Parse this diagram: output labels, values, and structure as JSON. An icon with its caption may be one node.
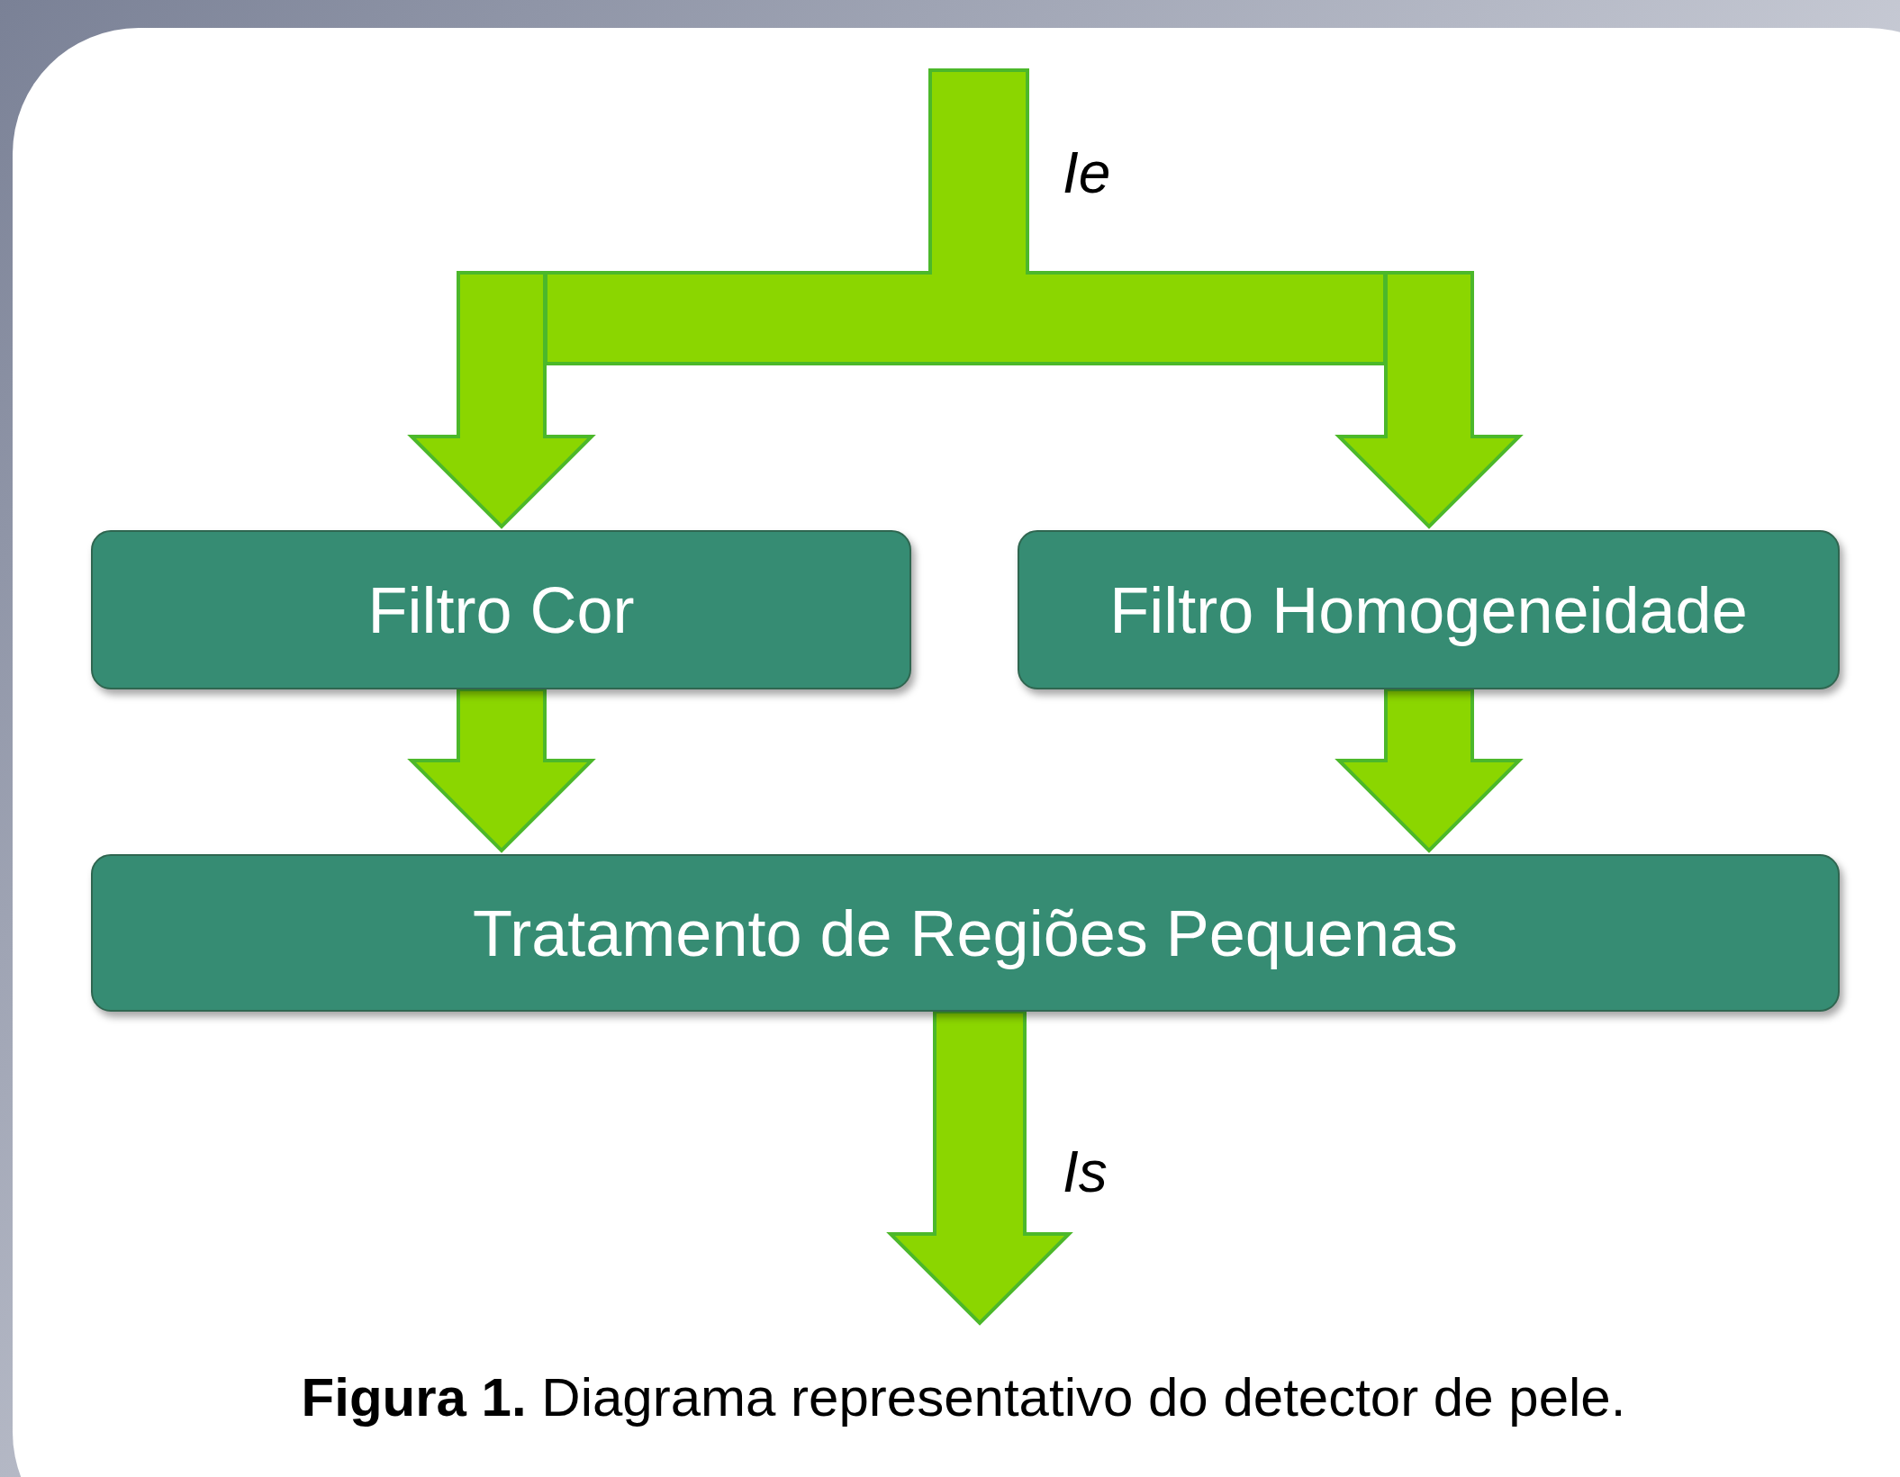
{
  "diagram": {
    "caption": "**Figura 1.** Diagrama representativo do detector de pele.",
    "nodes": [
      {
        "text": [
          "Filtro Cor"
        ]
      },
      {
        "text": [
          "Filtro Homogeneidade"
        ]
      },
      {
        "text": [
          "Tratamento de Regiões Pequenas"
        ]
      }
    ],
    "edges": [
      {
        "from": null,
        "to": 0,
        "arrow": "to"
      },
      {
        "from": null,
        "to": 1,
        "arrow": "to"
      },
      {
        "from": 0,
        "to": 2,
        "arrow": "to"
      },
      {
        "from": 1,
        "to": 2,
        "arrow": "to"
      },
      {
        "from": 2,
        "to": null,
        "arrow": "to",
        "label": "Is"
      }
    ],
    "labels": [
      "Ie"
    ]
  }
}
